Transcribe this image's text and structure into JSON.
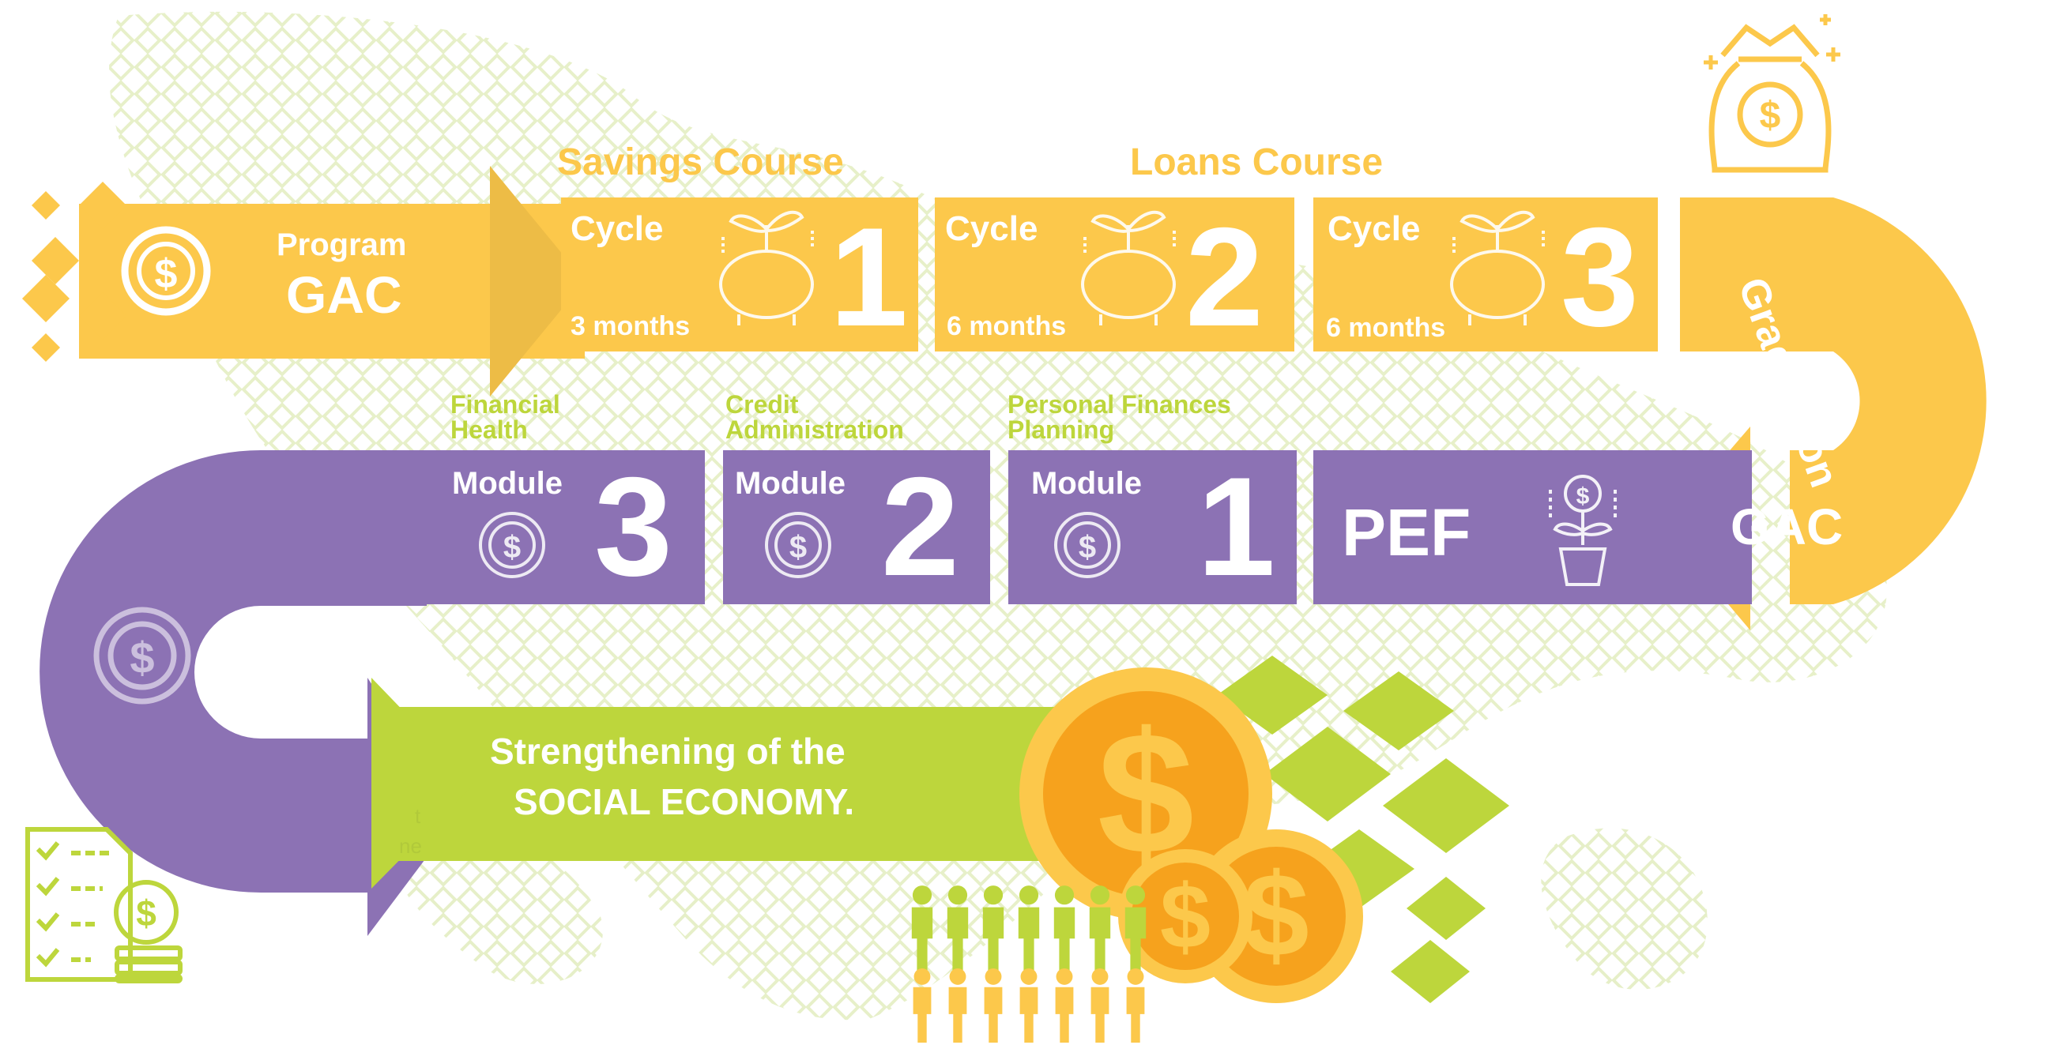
{
  "program": {
    "label": "Program",
    "name": "GAC"
  },
  "courses": {
    "savings": "Savings Course",
    "loans": "Loans Course"
  },
  "cycles": [
    {
      "label": "Cycle",
      "number": "1",
      "duration": "3 months"
    },
    {
      "label": "Cycle",
      "number": "2",
      "duration": "6 months"
    },
    {
      "label": "Cycle",
      "number": "3",
      "duration": "6 months"
    }
  ],
  "graduation": {
    "label": "Graduation",
    "name": "GAC"
  },
  "pef": {
    "label": "PEF"
  },
  "modules": [
    {
      "label": "Module",
      "number": "3",
      "topic_line1": "Financial",
      "topic_line2": "Health"
    },
    {
      "label": "Module",
      "number": "2",
      "topic_line1": "Credit",
      "topic_line2": "Administration"
    },
    {
      "label": "Module",
      "number": "1",
      "topic_line1": "Personal Finances",
      "topic_line2": "Planning"
    }
  ],
  "outcome": {
    "line1": "Strengthening of the",
    "line2": "SOCIAL ECONOMY."
  },
  "faded_text": {
    "line1": "t",
    "line2": "ne"
  },
  "colors": {
    "yellow": "#fcc84b",
    "purple": "#8c72b4",
    "green": "#bdd63c",
    "coin_orange": "#f6a21d",
    "coin_yellow": "#fcc84b",
    "pattern": "#e6efc4"
  },
  "icons": [
    "coin-icon",
    "piggy-bank-icon",
    "money-bag-icon",
    "money-plant-icon",
    "checklist-icon",
    "people-icon"
  ]
}
